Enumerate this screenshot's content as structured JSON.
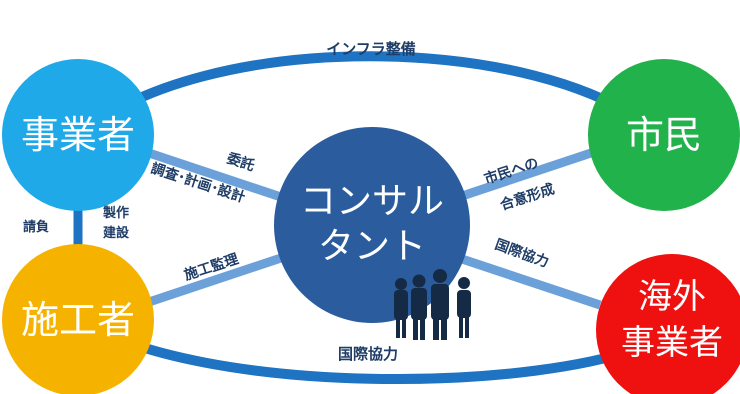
{
  "nodes": {
    "jigyosha": {
      "label": "事業者",
      "color": "#1fa9e8"
    },
    "shimin": {
      "label": "市民",
      "color": "#22b24c"
    },
    "sekosha": {
      "label": "施工者",
      "color": "#f5b300"
    },
    "kaigai": {
      "line1": "海外",
      "line2": "事業者",
      "color": "#ef1010"
    },
    "consultant": {
      "line1": "コンサル",
      "line2": "タント",
      "color": "#2b5d9e"
    }
  },
  "edges": {
    "top_arc": "インフラ整備",
    "bottom_arc": "国際協力",
    "jigyosha_consultant_line1": "委託",
    "jigyosha_consultant_line2": "調査･計画･設計",
    "shimin_consultant_line1": "市民への",
    "shimin_consultant_line2": "合意形成",
    "sekosha_consultant": "施工監理",
    "kaigai_consultant": "国際協力",
    "left_link_left": "請負",
    "left_link_right_line1": "製作",
    "left_link_right_line2": "建設"
  },
  "colors": {
    "arc": "#1e73c2",
    "connector": "#6ba1d8",
    "left_link": "#1e73c2",
    "edge_text": "#1f3d66",
    "silhouette": "#152a45"
  }
}
